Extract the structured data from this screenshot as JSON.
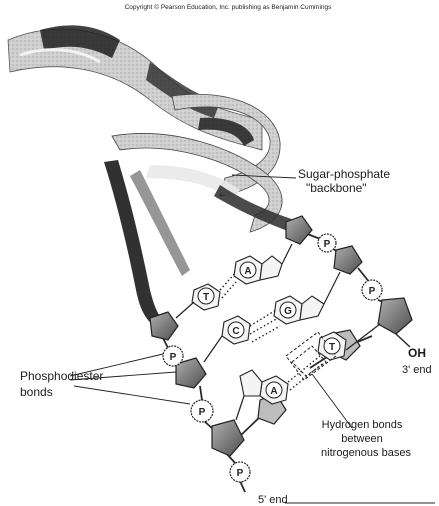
{
  "header_caption": "Copyright © Pearson Education, Inc. publishing as Benjamin Cummings",
  "labels": {
    "backbone_line1": "Sugar-phosphate",
    "backbone_line2": "\"backbone\"",
    "phosphodiester_line1": "Phosphodiester",
    "phosphodiester_line2": "bonds",
    "hbonds_line1": "Hydrogen bonds",
    "hbonds_line2": "between",
    "hbonds_line3": "nitrogenous bases",
    "oh_label": "OH",
    "three_prime_end": "3' end",
    "five_prime_end": "5' end"
  },
  "bases": {
    "a_upper": "A",
    "t_upper": "T",
    "g": "G",
    "c": "C",
    "t_lower": "T",
    "a_lower": "A"
  },
  "phosphate_symbol": "P",
  "colors": {
    "ink": "#1c1c1c",
    "sugar_fill": "#8a8a8a",
    "sugar_dark": "#4a4a4a",
    "helix_light": "#e6e6e6",
    "helix_mid": "#b9b9b9",
    "helix_dark": "#1f1f1f"
  }
}
